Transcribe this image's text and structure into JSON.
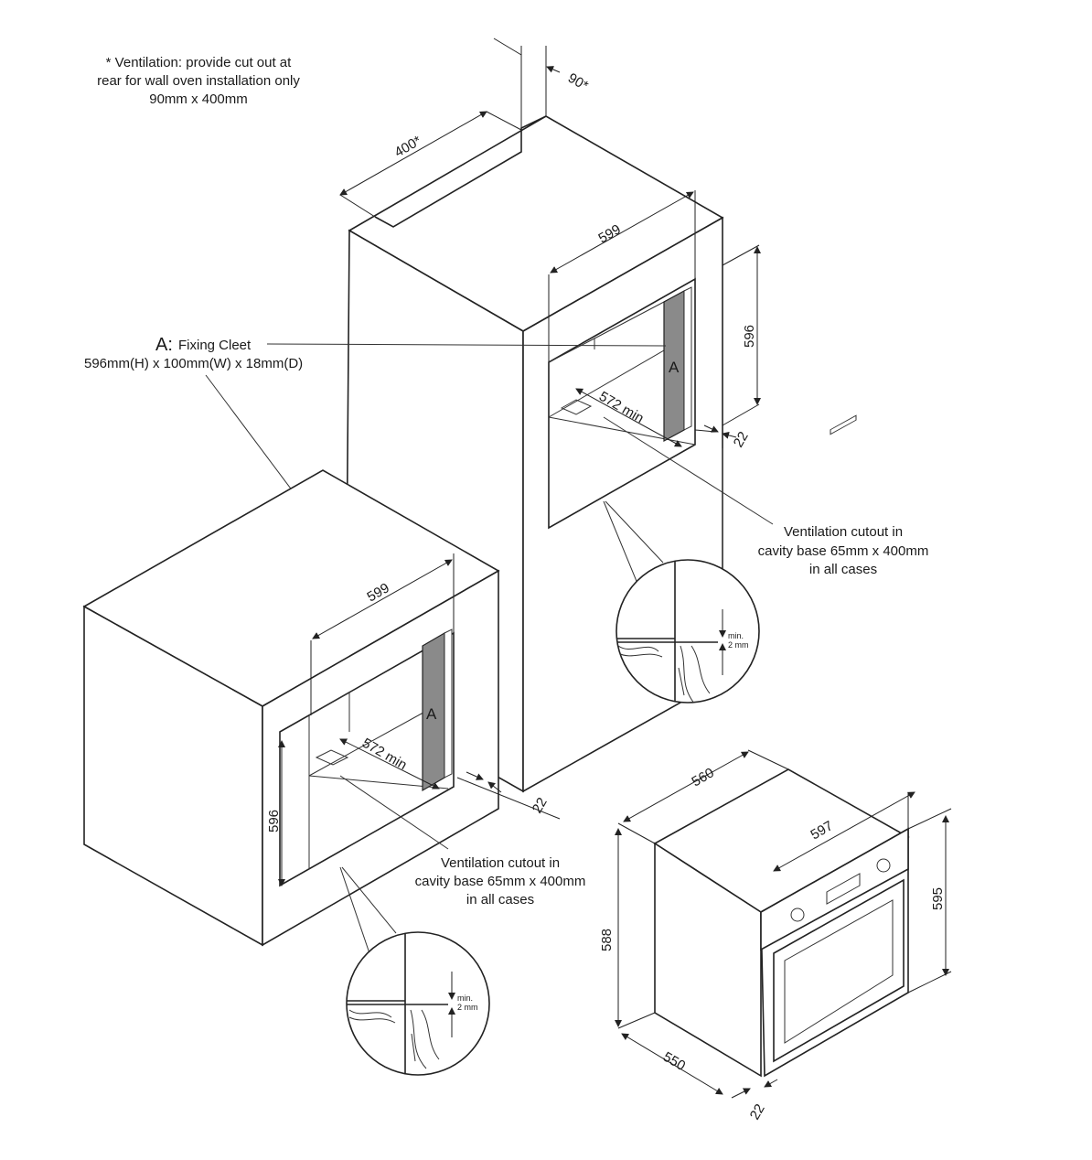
{
  "notes": {
    "ventilation_rear": [
      "* Ventilation: provide cut out at",
      "rear for wall oven installation only",
      "90mm x 400mm"
    ],
    "fixing_cleet_title_letter": "A:",
    "fixing_cleet_title": "Fixing Cleet",
    "fixing_cleet_size": "596mm(H) x 100mm(W) x 18mm(D)",
    "cavity_vent_tall": [
      "Ventilation cutout in",
      "cavity base 65mm x 400mm",
      "in all cases"
    ],
    "cavity_vent_under": [
      "Ventilation cutout in",
      "cavity base 65mm x 400mm",
      "in all cases"
    ]
  },
  "tall_cabinet": {
    "dim_rear_cutout_width": "90*",
    "dim_rear_cutout_length": "400*",
    "dim_width": "599",
    "dim_height": "596",
    "dim_depth": "572 min",
    "dim_front_recess": "22",
    "cleat_label": "A",
    "dim_bottom_recess": "22",
    "detail_label_1": "min.",
    "detail_label_2": "2 mm"
  },
  "under_cabinet": {
    "dim_width": "599",
    "dim_height": "596",
    "dim_depth": "572 min",
    "cleat_label": "A",
    "detail_label_1": "min.",
    "detail_label_2": "2 mm"
  },
  "oven": {
    "dim_depth_top": "560",
    "dim_front_width": "597",
    "dim_height_body": "588",
    "dim_height_front": "595",
    "dim_depth_bottom": "550",
    "dim_front_thickness": "22"
  }
}
